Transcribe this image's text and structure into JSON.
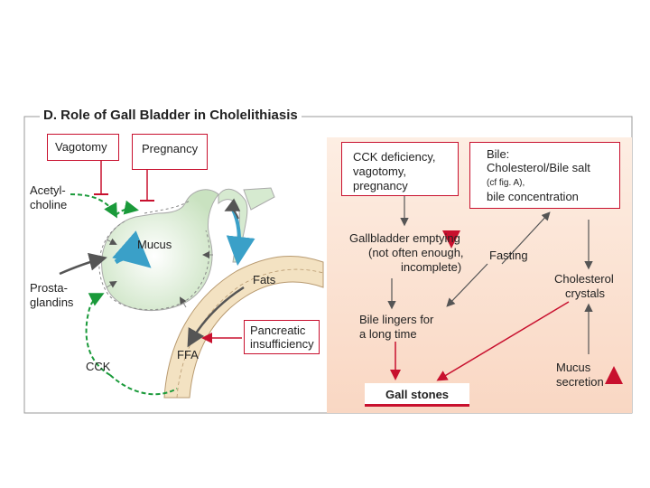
{
  "title": "D. Role of Gall Bladder in Cholelithiasis",
  "left": {
    "vagotomy": "Vagotomy",
    "pregnancy": "Pregnancy",
    "acetylcholine": [
      "Acetyl-",
      "choline"
    ],
    "mucus": "Mucus",
    "prostaglandins": [
      "Prosta-",
      "glandins"
    ],
    "cck": "CCK",
    "fats": "Fats",
    "ffa": "FFA",
    "pancreatic": [
      "Pancreatic",
      "insufficiency"
    ]
  },
  "right": {
    "cck_deficiency": [
      "CCK deficiency,",
      "vagotomy,",
      "pregnancy"
    ],
    "bile": [
      "Bile:",
      "Cholesterol/Bile salt",
      "(cf fig. A),",
      "bile concentration"
    ],
    "emptying": [
      "Gallbladder emptying",
      "(not often enough,",
      "incomplete)"
    ],
    "fasting": "Fasting",
    "crystals": [
      "Cholesterol",
      "crystals"
    ],
    "lingers": [
      "Bile lingers for",
      "a long time"
    ],
    "mucus_secretion": [
      "Mucus",
      "secretion"
    ],
    "gall_stones": "Gall stones"
  },
  "colors": {
    "accent_red": "#c8102e",
    "green_dashed": "#1a9a3a",
    "panel_peach": "#fbe3d2",
    "gallbladder_green": "#d6ead0",
    "duct_blue": "#3aa0c8"
  }
}
